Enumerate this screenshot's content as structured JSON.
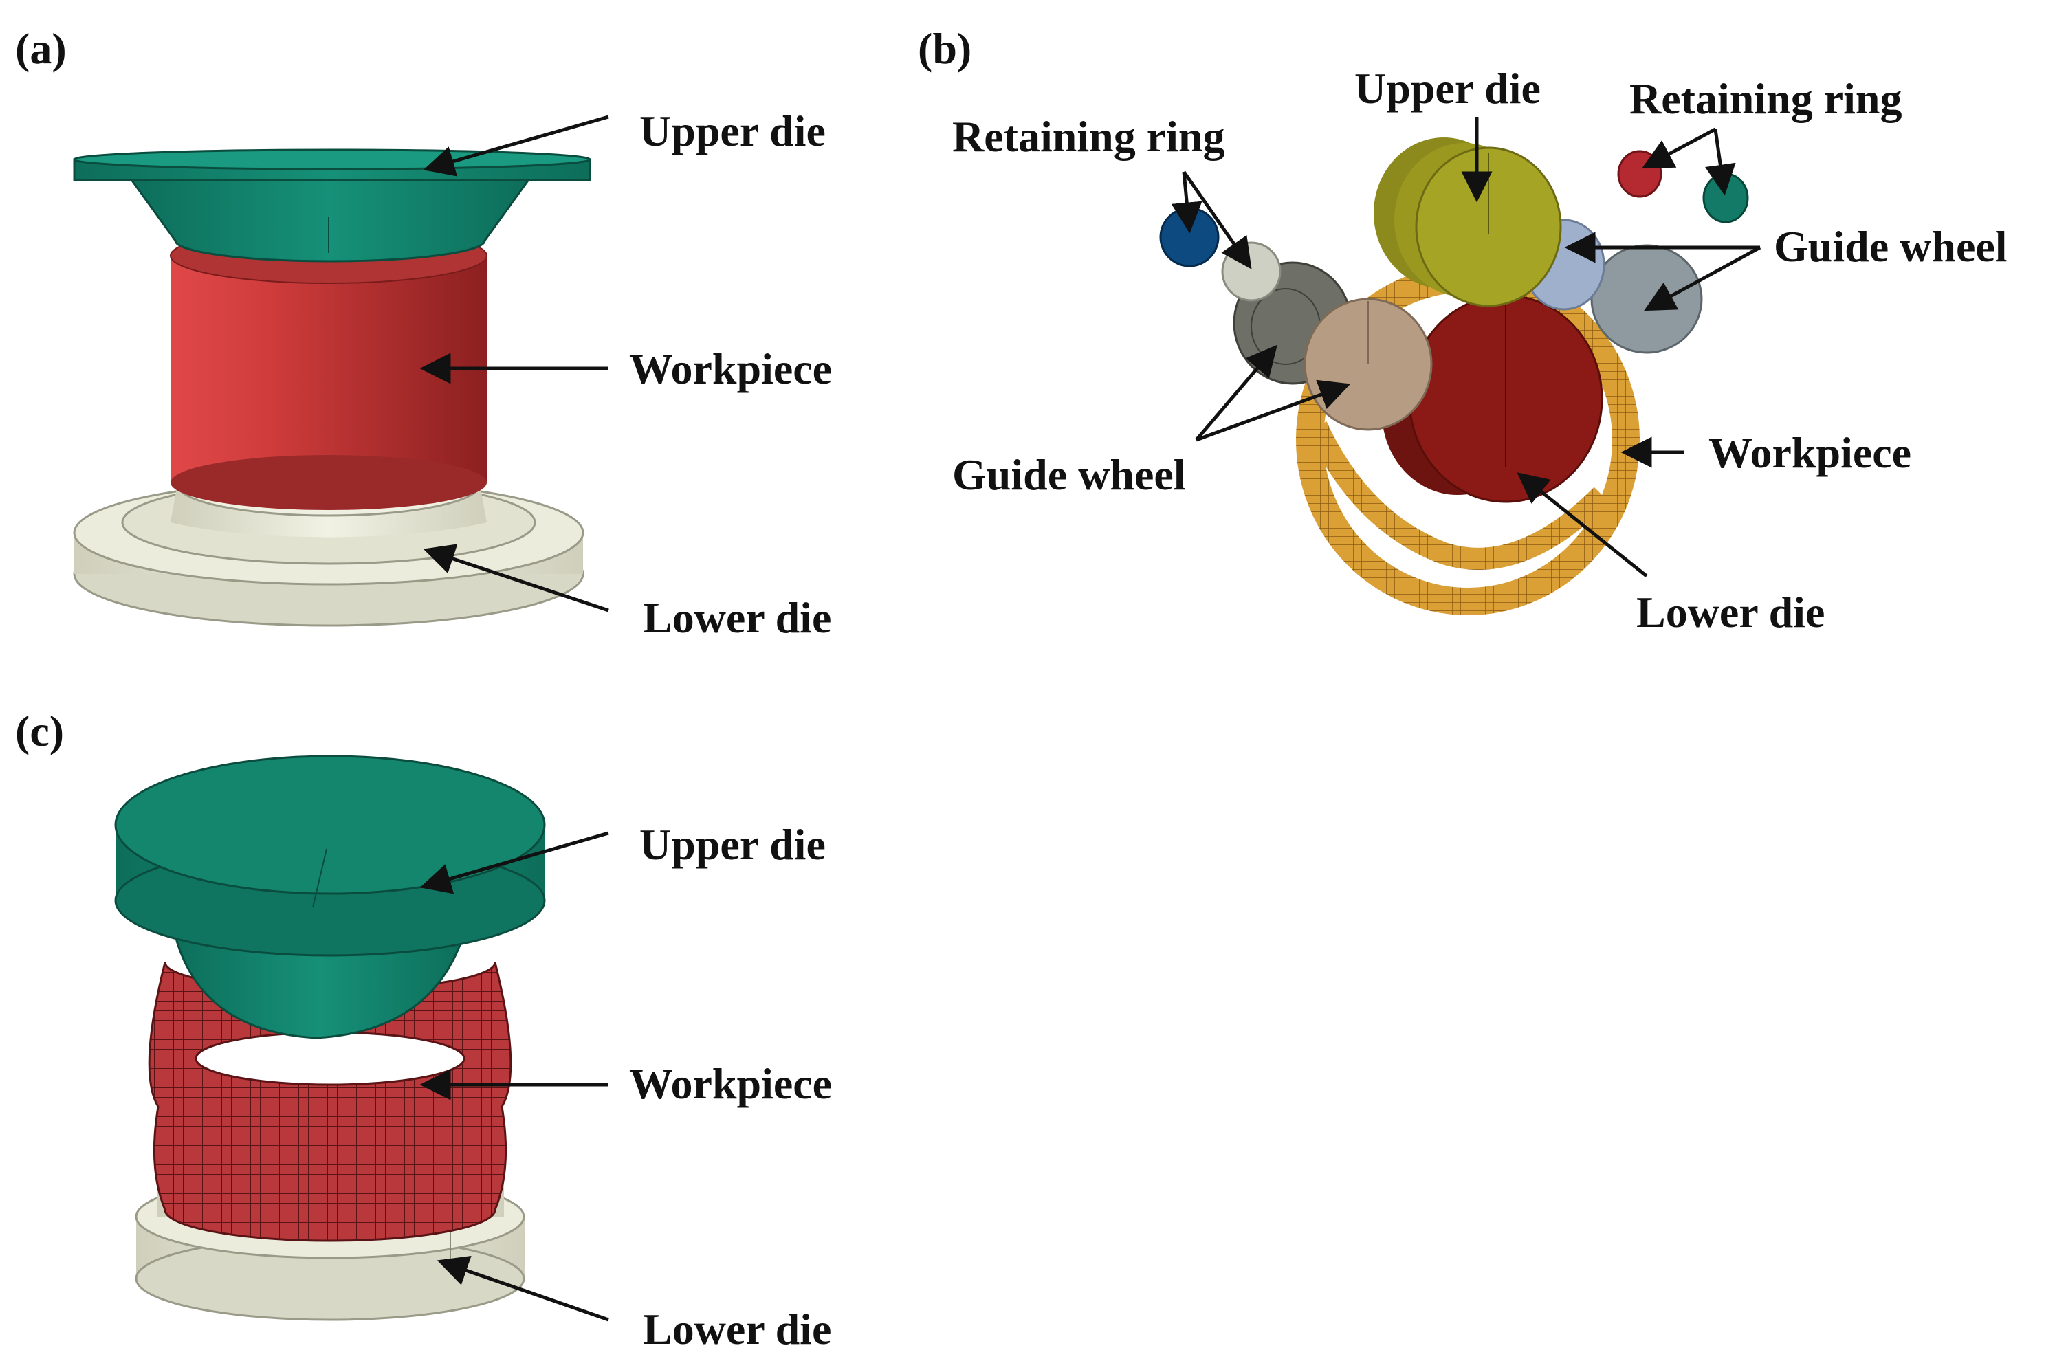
{
  "panels": [
    {
      "letter": "(a)",
      "labels": {
        "upper_die": "Upper die",
        "workpiece": "Workpiece",
        "lower_die": "Lower die"
      }
    },
    {
      "letter": "(b)",
      "labels": {
        "upper_die": "Upper die",
        "retaining_ring_left": "Retaining ring",
        "retaining_ring_right": "Retaining ring",
        "guide_wheel_right": "Guide wheel",
        "guide_wheel_left": "Guide wheel",
        "workpiece": "Workpiece",
        "lower_die": "Lower die"
      }
    },
    {
      "letter": "(c)",
      "labels": {
        "upper_die": "Upper die",
        "workpiece": "Workpiece",
        "lower_die": "Lower die"
      }
    }
  ],
  "colors": {
    "upper_die": "#12806a",
    "workpiece_solid": "#c83a3a",
    "workpiece_mesh": "#a83236",
    "lower_die": "#e8e8d8",
    "b_upper_die": "#a6a424",
    "b_workpiece": "#d99a2b",
    "b_lower_die": "#8b1a16",
    "b_ring_blue": "#0d4a80",
    "b_ring_red": "#b52a30",
    "b_ring_teal": "#127a66",
    "b_wheel_grey": "#6e7068",
    "b_wheel_tan": "#b59c82",
    "b_wheel_light": "#cfd0c4",
    "b_wheel_slate": "#8e9aa0",
    "b_wheel_blue": "#9fb0cc"
  }
}
